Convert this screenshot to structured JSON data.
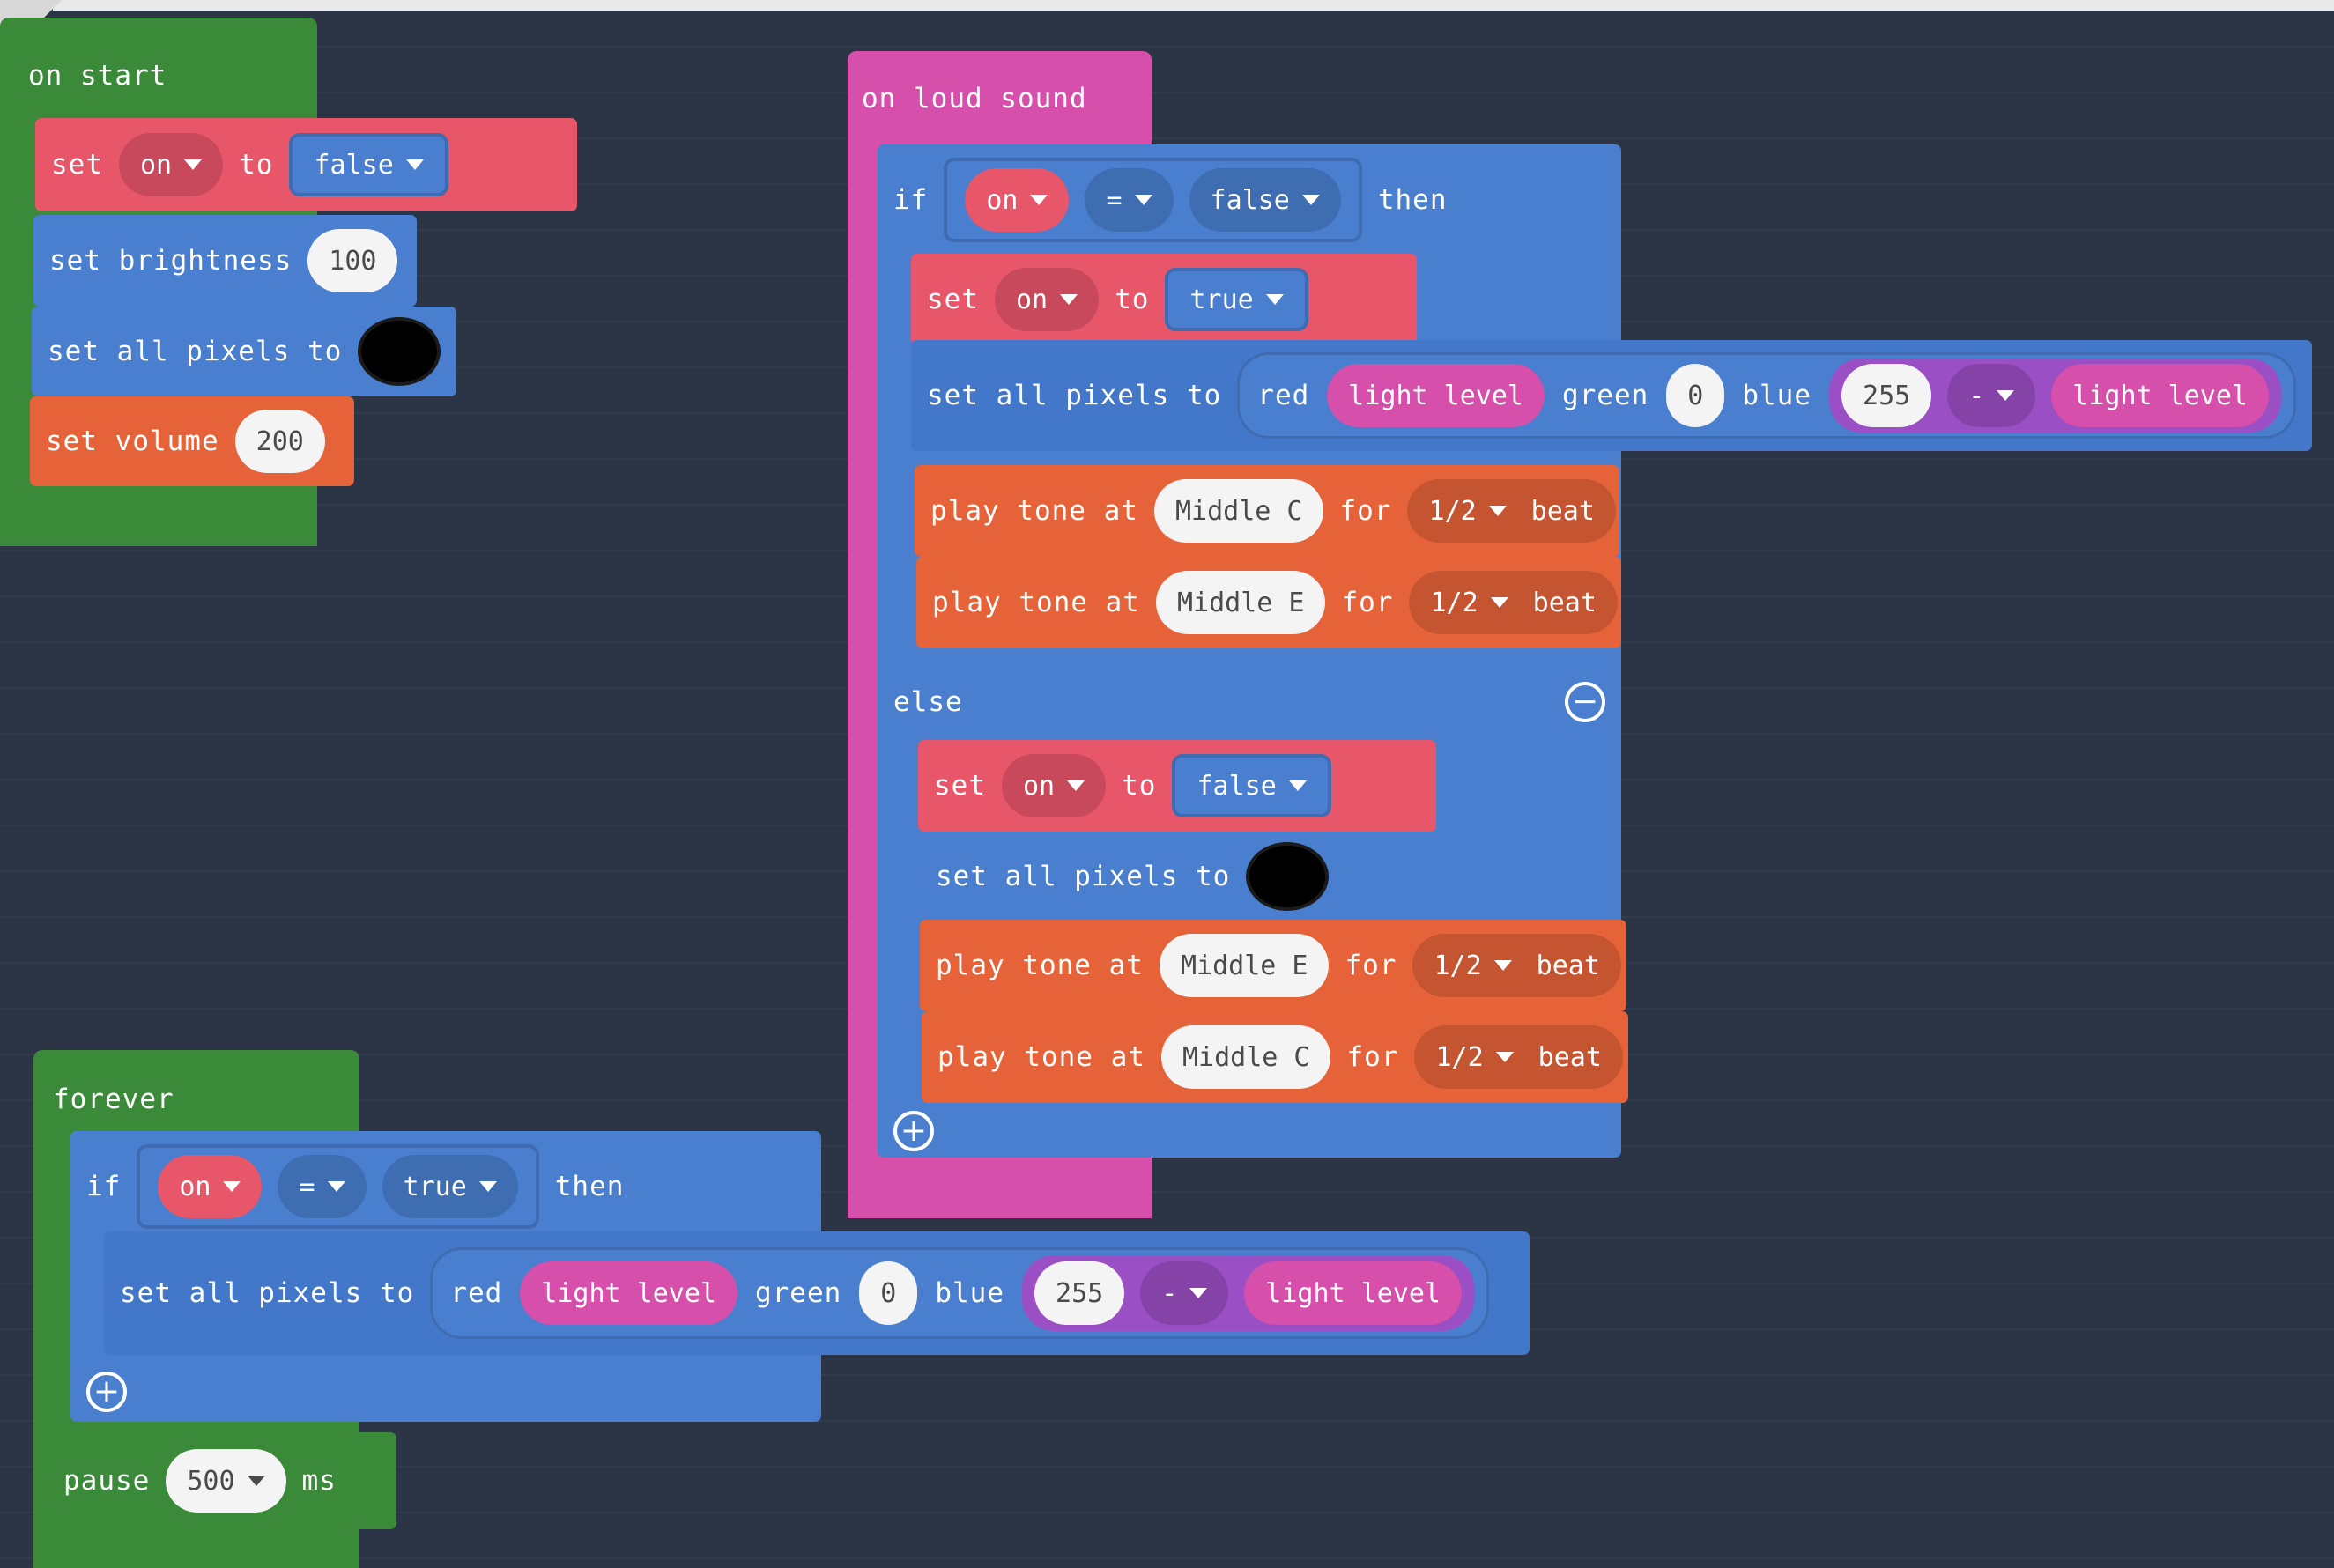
{
  "on_start": {
    "title": "on start",
    "set_var": {
      "set": "set",
      "var": "on",
      "to": "to",
      "value": "false"
    },
    "set_brightness": {
      "label": "set brightness",
      "value": "100"
    },
    "set_all_pixels": {
      "label": "set all pixels to",
      "color": "#000000"
    },
    "set_volume": {
      "label": "set volume",
      "value": "200"
    }
  },
  "on_loud_sound": {
    "title": "on loud sound",
    "if": {
      "if": "if",
      "var": "on",
      "op": "=",
      "value": "false",
      "then": "then"
    },
    "then_branch": {
      "set_var": {
        "set": "set",
        "var": "on",
        "to": "to",
        "value": "true"
      },
      "set_pixels": {
        "label": "set all pixels to",
        "red": "red",
        "red_value": "light level",
        "green": "green",
        "green_value": "0",
        "blue": "blue",
        "blue_value": "255",
        "op": "-",
        "op_value": "light level"
      },
      "tone1": {
        "play": "play tone at",
        "note": "Middle C",
        "for": "for",
        "beat_value": "1/2",
        "beat": "beat"
      },
      "tone2": {
        "play": "play tone at",
        "note": "Middle E",
        "for": "for",
        "beat_value": "1/2",
        "beat": "beat"
      }
    },
    "else": "else",
    "else_branch": {
      "set_var": {
        "set": "set",
        "var": "on",
        "to": "to",
        "value": "false"
      },
      "set_all_pixels": {
        "label": "set all pixels to",
        "color": "#000000"
      },
      "tone1": {
        "play": "play tone at",
        "note": "Middle E",
        "for": "for",
        "beat_value": "1/2",
        "beat": "beat"
      },
      "tone2": {
        "play": "play tone at",
        "note": "Middle C",
        "for": "for",
        "beat_value": "1/2",
        "beat": "beat"
      }
    }
  },
  "forever": {
    "title": "forever",
    "if": {
      "if": "if",
      "var": "on",
      "op": "=",
      "value": "true",
      "then": "then"
    },
    "set_pixels": {
      "label": "set all pixels to",
      "red": "red",
      "red_value": "light level",
      "green": "green",
      "green_value": "0",
      "blue": "blue",
      "blue_value": "255",
      "op": "-",
      "op_value": "light level"
    },
    "pause": {
      "label": "pause",
      "value": "500",
      "unit": "ms"
    }
  },
  "icons": {
    "remove": "minus-circle-icon",
    "add": "plus-circle-icon",
    "dropdown": "caret-down-icon"
  },
  "colors": {
    "background": "#2c3546",
    "events": "#3a8a3a",
    "input": "#d54fab",
    "variables": "#e8566a",
    "basic": "#4a7fd0",
    "music": "#e6633a",
    "math": "#9b4fc4"
  }
}
